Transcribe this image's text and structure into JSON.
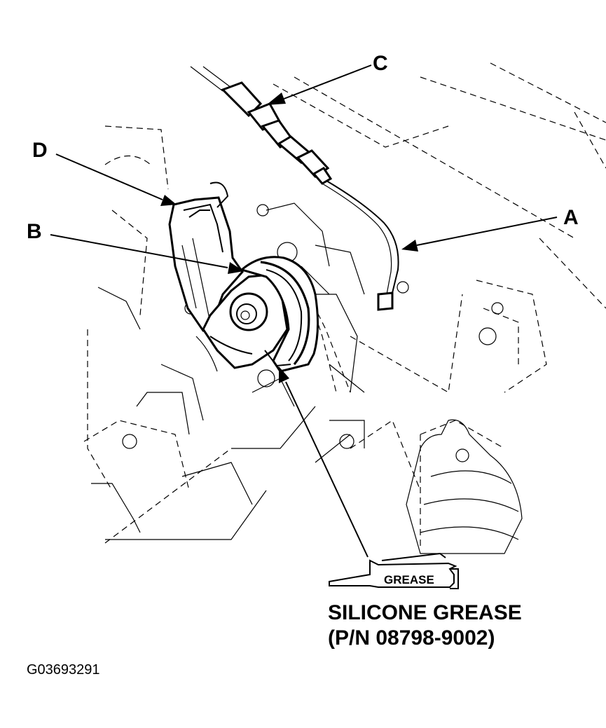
{
  "callouts": {
    "a": "A",
    "b": "B",
    "c": "C",
    "d": "D"
  },
  "grease_tube_label": "GREASE",
  "caption": {
    "line1": "SILICONE GREASE",
    "line2": "(P/N 08798-9002)"
  },
  "figure_id": "G03693291"
}
